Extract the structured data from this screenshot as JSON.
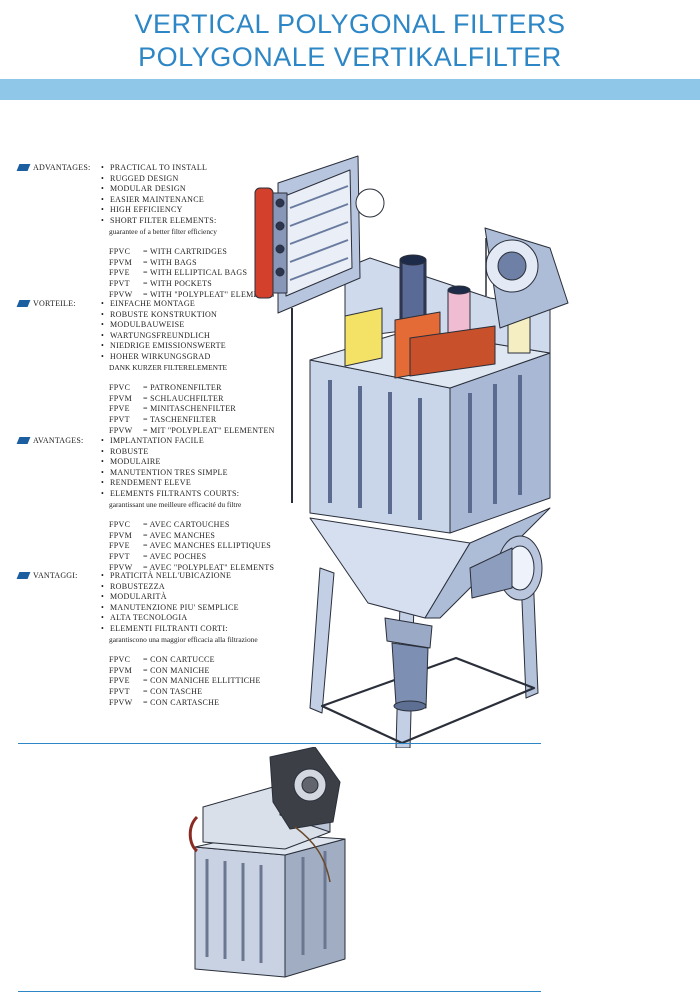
{
  "header": {
    "title_en": "VERTICAL POLYGONAL FILTERS",
    "title_de": "POLYGONALE  VERTIKALFILTER"
  },
  "sections": [
    {
      "label": "ADVANTAGES:",
      "items": [
        "PRACTICAL TO INSTALL",
        "RUGGED DESIGN",
        "MODULAR DESIGN",
        "EASIER MAINTENANCE",
        "HIGH EFFICIENCY",
        "SHORT FILTER ELEMENTS:"
      ],
      "note": "guarantee of a better filter efficiency",
      "codes": [
        {
          "code": "FPVC",
          "text": "= WITH CARTRIDGES"
        },
        {
          "code": "FPVM",
          "text": "= WITH BAGS"
        },
        {
          "code": "FPVE",
          "text": "= WITH ELLIPTICAL BAGS"
        },
        {
          "code": "FPVT",
          "text": "= WITH POCKETS"
        },
        {
          "code": "FPVW",
          "text": "= WITH \"POLYPLEAT\" ELEMENTS"
        }
      ]
    },
    {
      "label": "VORTEILE:",
      "items": [
        "EINFACHE MONTAGE",
        "ROBUSTE KONSTRUKTION",
        "MODULBAUWEISE",
        "WARTUNGSFREUNDLICH",
        "NIEDRIGE EMISSIONSWERTE",
        "HOHER WIRKUNGSGRAD"
      ],
      "note": "DANK KURZER FILTERELEMENTE",
      "codes": [
        {
          "code": "FPVC",
          "text": "= PATRONENFILTER"
        },
        {
          "code": "FPVM",
          "text": "= SCHLAUCHFILTER"
        },
        {
          "code": "FPVE",
          "text": "= MINITASCHENFILTER"
        },
        {
          "code": "FPVT",
          "text": "= TASCHENFILTER"
        },
        {
          "code": "FPVW",
          "text": "= MIT \"POLYPLEAT\" ELEMENTEN"
        }
      ]
    },
    {
      "label": "AVANTAGES:",
      "items": [
        "IMPLANTATION FACILE",
        "ROBUSTE",
        "MODULAIRE",
        "MANUTENTION TRES SIMPLE",
        "RENDEMENT ELEVE",
        "ELEMENTS FILTRANTS COURTS:"
      ],
      "note": "garantissant une meilleure efficacité du filtre",
      "codes": [
        {
          "code": "FPVC",
          "text": "= AVEC CARTOUCHES"
        },
        {
          "code": "FPVM",
          "text": "= AVEC MANCHES"
        },
        {
          "code": "FPVE",
          "text": "= AVEC MANCHES ELLIPTIQUES"
        },
        {
          "code": "FPVT",
          "text": "= AVEC POCHES"
        },
        {
          "code": "FPVW",
          "text": "= AVEC \"POLYPLEAT\" ELEMENTS"
        }
      ]
    },
    {
      "label": "VANTAGGI:",
      "items": [
        "PRATICITÀ NELL'UBICAZIONE",
        "ROBUSTEZZA",
        "MODULARITÀ",
        "MANUTENZIONE PIU' SEMPLICE",
        "ALTA TECNOLOGIA",
        "ELEMENTI FILTRANTI CORTI:"
      ],
      "note": "garantiscono una maggior efficacia alla filtrazione",
      "codes": [
        {
          "code": "FPVC",
          "text": "= CON CARTUCCE"
        },
        {
          "code": "FPVM",
          "text": "= CON MANICHE"
        },
        {
          "code": "FPVE",
          "text": "= CON MANICHE ELLITTICHE"
        },
        {
          "code": "FPVT",
          "text": "= CON TASCHE"
        },
        {
          "code": "FPVW",
          "text": "= CON CARTASCHE"
        }
      ]
    }
  ],
  "colors": {
    "title": "#2d86c6",
    "band": "#8fc7e8",
    "section_marker": "#1c5fa0",
    "housing": "#c9d6ea"
  },
  "illustrations": [
    "large-filter-unit-cutaway",
    "compact-filter-unit"
  ]
}
